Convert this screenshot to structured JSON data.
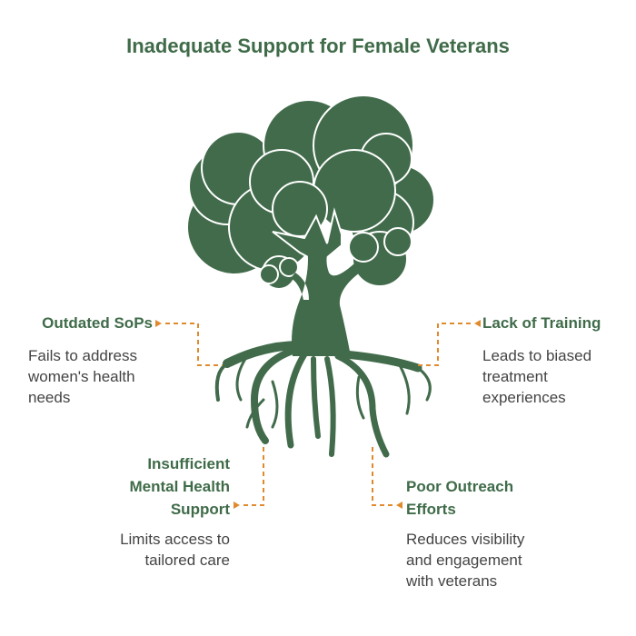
{
  "title": "Inadequate Support for Female Veterans",
  "colors": {
    "tree": "#416b4a",
    "accent": "#e08a2e",
    "title": "#3f6b49",
    "text": "#444444"
  },
  "items": {
    "outdated": {
      "label": "Outdated SoPs",
      "desc_lines": [
        "Fails to address",
        "women's health",
        "needs"
      ]
    },
    "training": {
      "label": "Lack of Training",
      "desc_lines": [
        "Leads to biased",
        "treatment",
        "experiences"
      ]
    },
    "mental": {
      "label_lines": [
        "Insufficient",
        "Mental Health",
        "Support"
      ],
      "desc_lines": [
        "Limits access to",
        "tailored care"
      ]
    },
    "outreach": {
      "label_lines": [
        "Poor Outreach",
        "Efforts"
      ],
      "desc_lines": [
        "Reduces visibility",
        "and engagement",
        "with veterans"
      ]
    }
  }
}
